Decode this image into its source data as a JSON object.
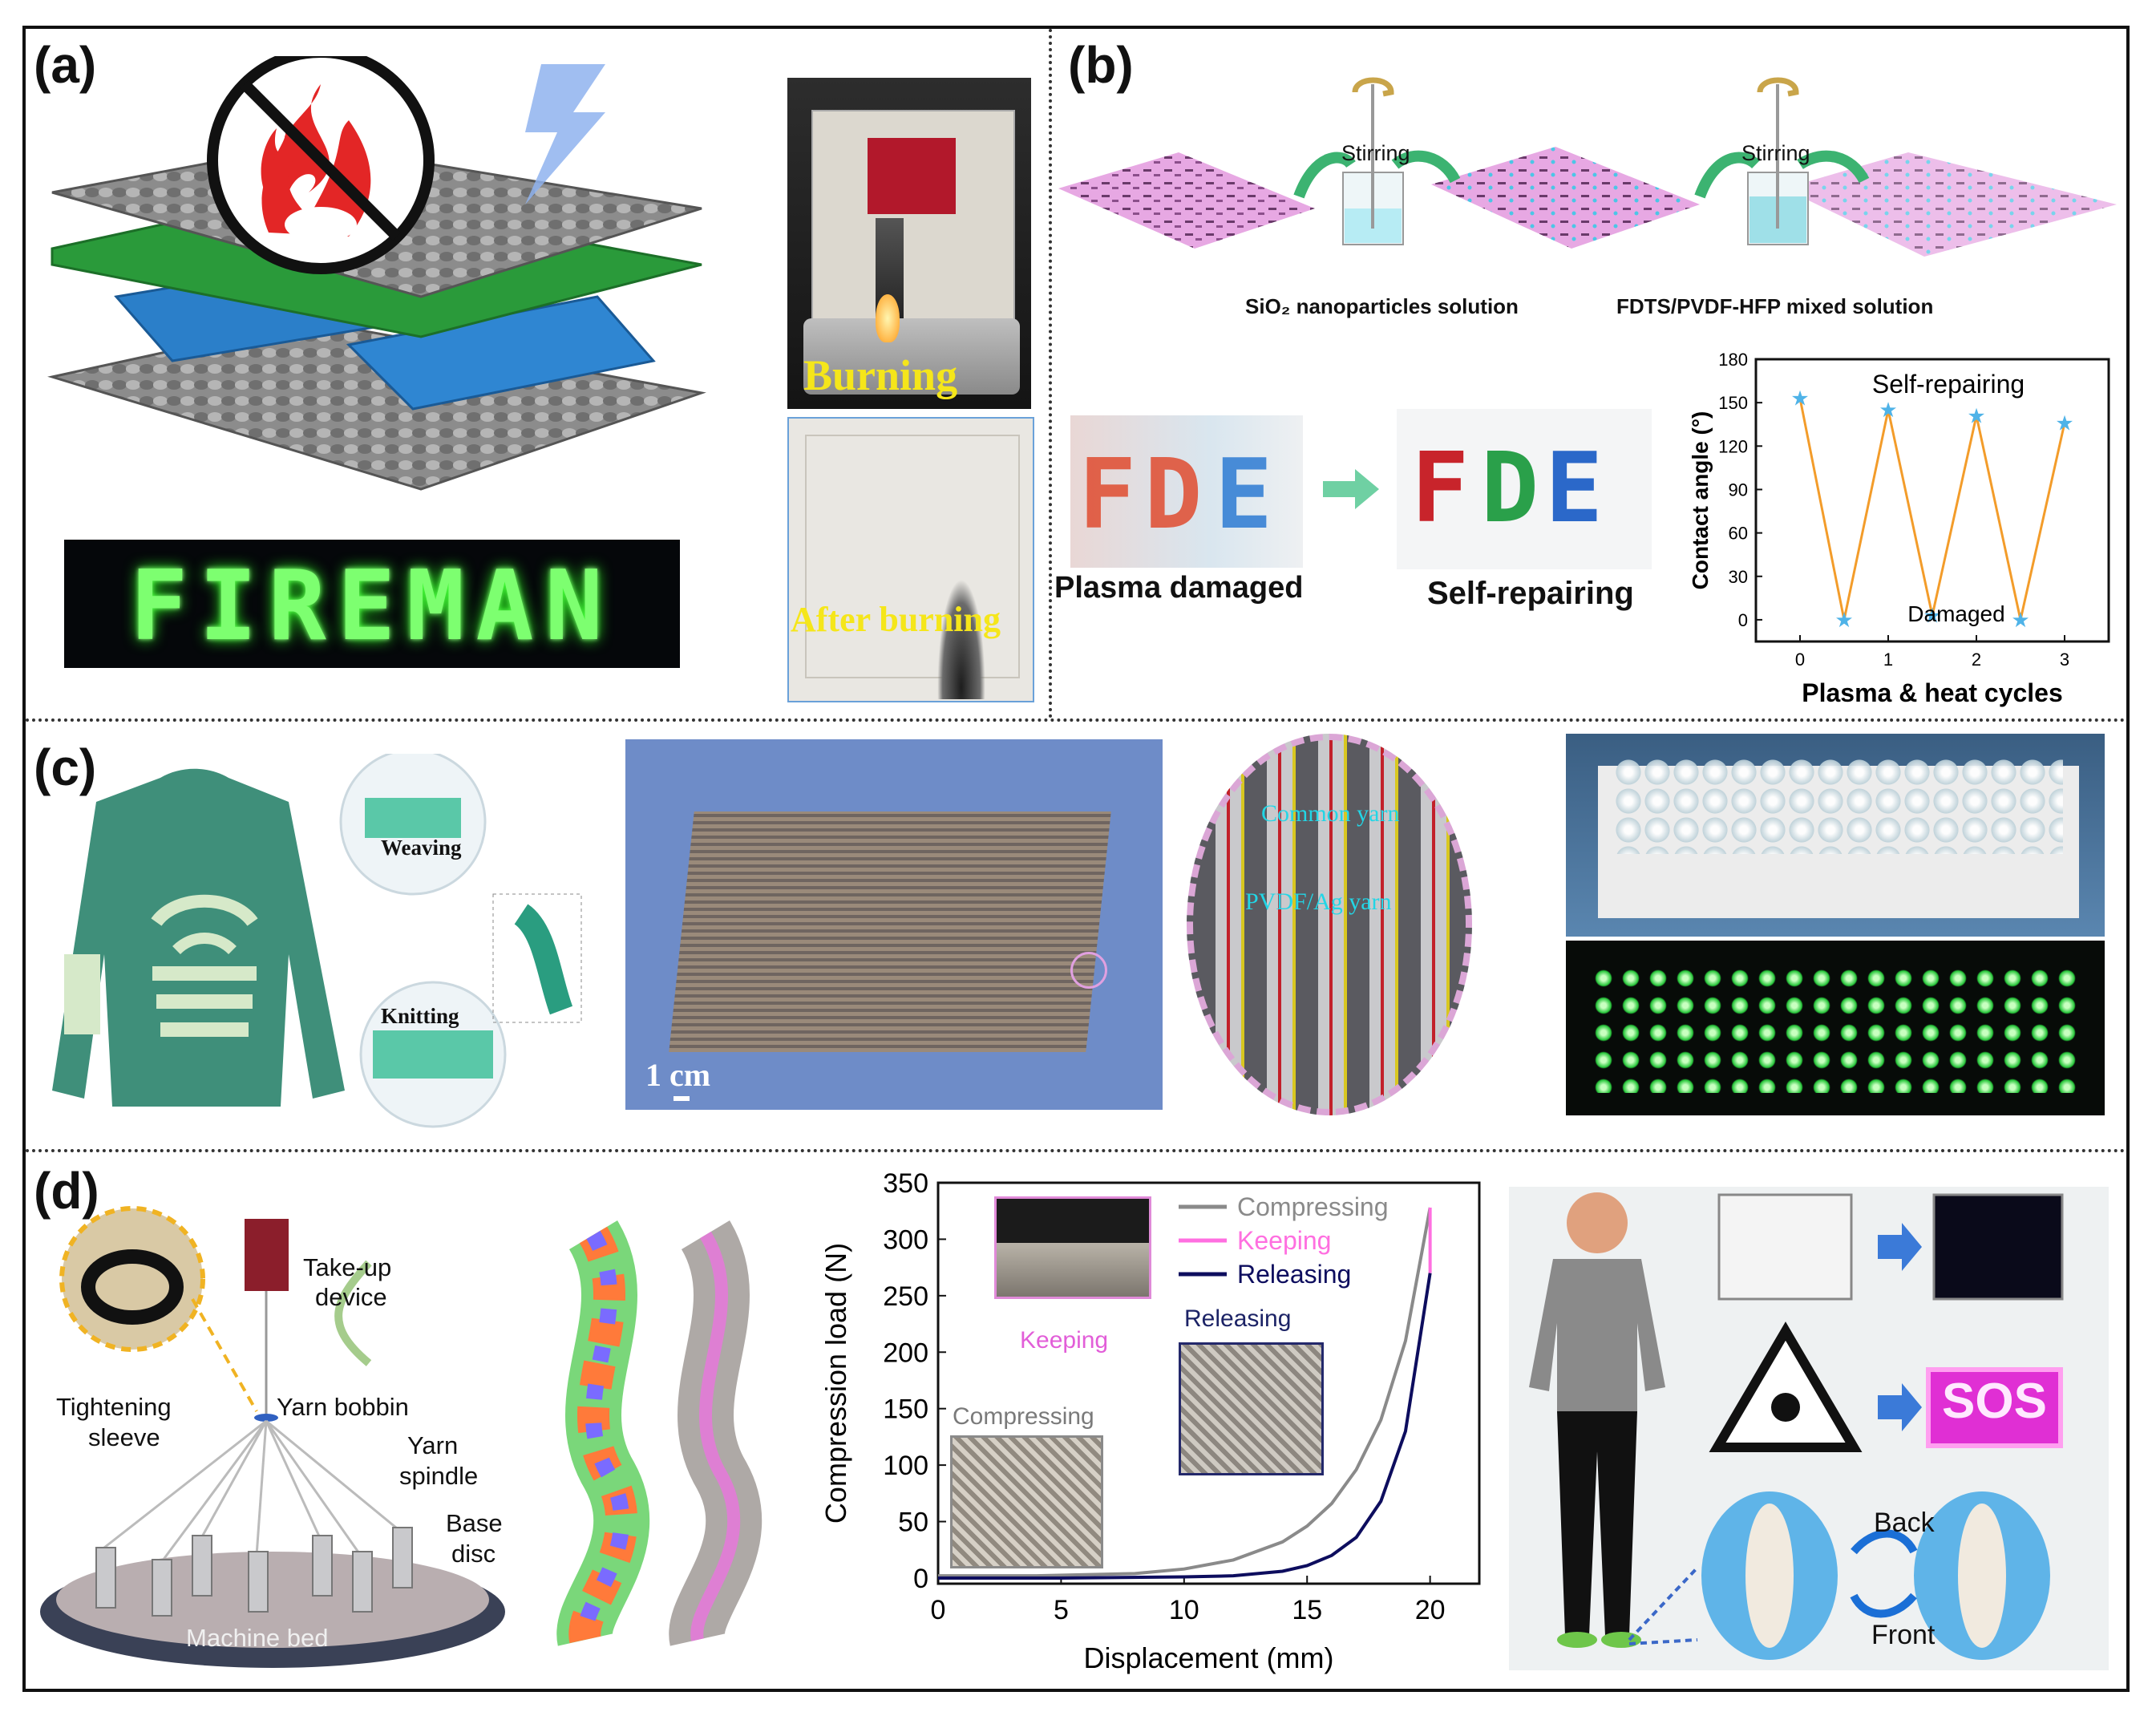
{
  "panels": {
    "a": {
      "label": "(a)",
      "led_text": "FIREMAN",
      "photo_top_caption": "Burning",
      "photo_bottom_caption": "After burning"
    },
    "b": {
      "label": "(b)",
      "stir_left": "Stirring",
      "stir_right": "Stirring",
      "solution_left": "SiO₂ nanoparticles  solution",
      "solution_right": "FDTS/PVDF-HFP mixed solution",
      "caption_damaged": "Plasma damaged",
      "caption_repair": "Self-repairing"
    },
    "c": {
      "label": "(c)",
      "weaving": "Weaving",
      "knitting": "Knitting",
      "scale_bar": "1 cm",
      "common_yarn": "Common yarn",
      "pvdf_yarn": "PVDF/Ag yarn"
    },
    "d": {
      "label": "(d)",
      "take_up_device_1": "Take-up",
      "take_up_device_2": "device",
      "tightening_1": "Tightening",
      "tightening_2": "sleeve",
      "yarn_bobbin": "Yarn bobbin",
      "yarn_spindle_1": "Yarn",
      "yarn_spindle_2": "spindle",
      "base_disc_1": "Base",
      "base_disc_2": "disc",
      "machine_bed": "Machine bed",
      "inset_keeping": "Keeping",
      "inset_releasing": "Releasing",
      "inset_compressing": "Compressing",
      "sos": "SOS",
      "back": "Back",
      "front": "Front"
    }
  },
  "chart_data": [
    {
      "type": "line",
      "panel": "b",
      "title": "",
      "xlabel": "Plasma & heat cycles",
      "ylabel": "Contact angle (°)",
      "xlim": [
        -0.5,
        3.5
      ],
      "ylim": [
        -15,
        180
      ],
      "xticks": [
        0,
        1,
        2,
        3
      ],
      "yticks": [
        0,
        30,
        60,
        90,
        120,
        150,
        180
      ],
      "x": [
        0,
        0.5,
        1,
        1.5,
        2,
        2.5,
        3
      ],
      "y": [
        153,
        0,
        145,
        3,
        141,
        0,
        136
      ],
      "annotations": [
        "Self-repairing",
        "Damaged"
      ],
      "grid": false,
      "colors": {
        "line": "#f39c2a",
        "marker": "#4fb3e8"
      }
    },
    {
      "type": "line",
      "panel": "d",
      "title": "",
      "xlabel": "Displacement (mm)",
      "ylabel": "Compression load (N)",
      "xlim": [
        0,
        22
      ],
      "ylim": [
        -5,
        350
      ],
      "xticks": [
        0,
        5,
        10,
        15,
        20
      ],
      "yticks": [
        0,
        50,
        100,
        150,
        200,
        250,
        300,
        350
      ],
      "legend_position": "top-right",
      "series": [
        {
          "name": "Compressing",
          "color": "#8a8a8a",
          "x": [
            0,
            4,
            8,
            10,
            12,
            14,
            15,
            16,
            17,
            18,
            19,
            20
          ],
          "y": [
            2,
            2,
            4,
            8,
            16,
            32,
            46,
            66,
            96,
            140,
            210,
            328
          ]
        },
        {
          "name": "Keeping",
          "color": "#ff6fe0",
          "x": [
            20,
            20,
            20
          ],
          "y": [
            328,
            300,
            270
          ]
        },
        {
          "name": "Releasing",
          "color": "#0d0d5e",
          "x": [
            0,
            5,
            10,
            12,
            14,
            15,
            16,
            17,
            18,
            19,
            20
          ],
          "y": [
            0,
            0,
            1,
            2,
            6,
            11,
            20,
            36,
            68,
            130,
            270
          ]
        }
      ],
      "grid": false
    }
  ]
}
